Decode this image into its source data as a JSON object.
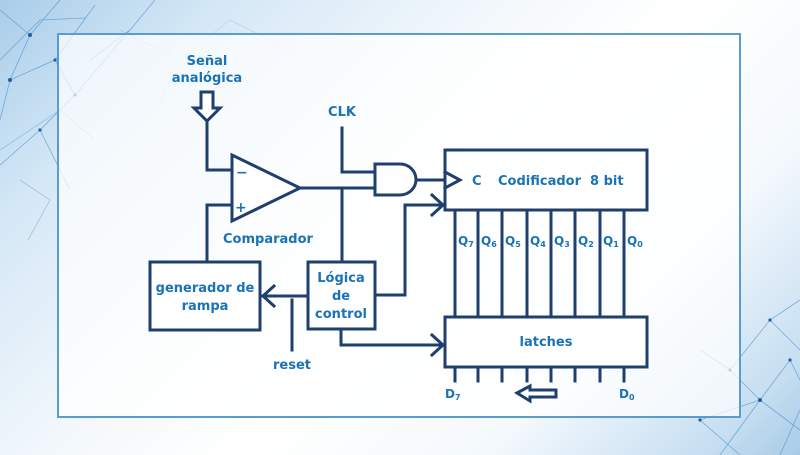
{
  "diagram": {
    "title": "Conversor analógico-digital de rampa",
    "inputs": {
      "analog_signal": [
        "Señal",
        "analógica"
      ],
      "clock": "CLK",
      "reset": "reset"
    },
    "blocks": {
      "comparator": {
        "label": "Comparador",
        "minus_sign": "−",
        "plus_sign": "+"
      },
      "ramp_generator": {
        "lines": [
          "generador de",
          "rampa"
        ]
      },
      "control_logic": {
        "lines": [
          "Lógica",
          "de",
          "control"
        ]
      },
      "encoder": {
        "clock_pin": "C",
        "label": "Codificador  8 bit"
      },
      "latches": {
        "label": "latches"
      },
      "and_gate": {
        "type": "AND"
      }
    },
    "encoder_outputs": [
      {
        "letter": "Q",
        "index": "7"
      },
      {
        "letter": "Q",
        "index": "6"
      },
      {
        "letter": "Q",
        "index": "5"
      },
      {
        "letter": "Q",
        "index": "4"
      },
      {
        "letter": "Q",
        "index": "3"
      },
      {
        "letter": "Q",
        "index": "2"
      },
      {
        "letter": "Q",
        "index": "1"
      },
      {
        "letter": "Q",
        "index": "0"
      }
    ],
    "latch_outputs": {
      "msb": {
        "letter": "D",
        "index": "7"
      },
      "lsb": {
        "letter": "D",
        "index": "0"
      },
      "direction_arrow": "left-arrow"
    },
    "colors": {
      "line": "#1f3f6e",
      "text": "#1a73b6",
      "frame": "#5b9bd0"
    }
  }
}
